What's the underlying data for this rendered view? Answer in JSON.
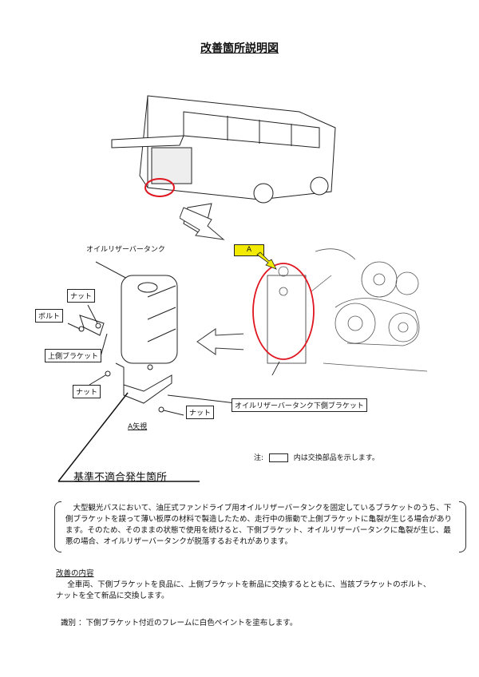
{
  "title": "改善箇所説明図",
  "diagram": {
    "tank_label": "オイルリザーバータンク",
    "nut_label_1": "ナット",
    "bolt_label": "ボルト",
    "upper_bracket_label": "上側ブラケット",
    "nut_label_2": "ナット",
    "nut_label_3": "ナット",
    "lower_bracket_label": "オイルリザーバータンク下側ブラケット",
    "view_label": "A矢視",
    "view_marker": "A",
    "nonconformity_label": "基準不適合発生箇所",
    "note_prefix": "注:",
    "note_suffix": "内は交換部品を示します。",
    "marker_color": "#f2ea00",
    "highlight_color": "#e0141e"
  },
  "description": "大型観光バスにおいて、油圧式ファンドライブ用オイルリザーバータンクを固定しているブラケットのうち、下側ブラケットを誤って薄い板厚の材料で製造したため、走行中の振動で上側ブラケットに亀裂が生じる場合があります。そのため、そのままの状態で使用を続けると、下側ブラケット、オイルリザーバータンクに亀裂が生じ、最悪の場合、オイルリザーバータンクが脱落するおそれがあります。",
  "improvement": {
    "heading": "改善の内容",
    "text": "全車両、下側ブラケットを良品に、上側ブラケットを新品に交換するとともに、当該ブラケットのボルト、ナットを全て新品に交換します。"
  },
  "identification": {
    "label": "識別",
    "text": "：下側ブラケット付近のフレームに白色ペイントを塗布します。"
  }
}
